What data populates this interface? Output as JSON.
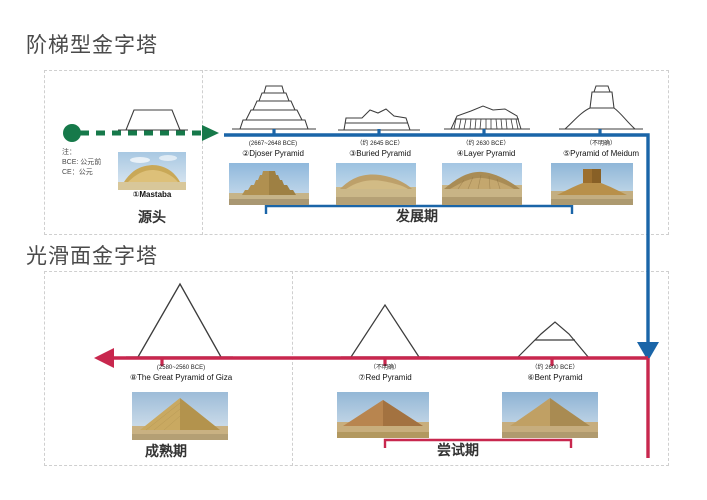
{
  "sections": {
    "step": {
      "title": "阶梯型金字塔"
    },
    "smooth": {
      "title": "光滑面金字塔"
    }
  },
  "note": {
    "line1": "注：",
    "line2": "BCE: 公元前",
    "line3": "CE：公元"
  },
  "phases": {
    "source": "源头",
    "development": "发展期",
    "mature": "成熟期",
    "trial": "尝试期"
  },
  "colors": {
    "green_flow": "#1b7a4a",
    "blue_flow": "#1a65a8",
    "crimson_flow": "#c8274e",
    "sketch_line": "#3c3c3c",
    "panel_dash": "#cfcfcf",
    "title_text": "#4a4a4a"
  },
  "monuments": [
    {
      "index": "①",
      "number": 1,
      "date": "",
      "name": "①Mastaba",
      "label_full": "①Mastaba",
      "row": "top",
      "shape": "mastaba",
      "has_photo": true
    },
    {
      "index": "②",
      "number": 2,
      "date": "(2667~2648 BCE)",
      "name": "②Djoser Pyramid",
      "label_full": "②Djoser Pyramid",
      "row": "top",
      "shape": "step-pyramid",
      "has_photo": true
    },
    {
      "index": "③",
      "number": 3,
      "date": "（约 2645 BCE）",
      "name": "③Buried Pyramid",
      "label_full": "③Buried Pyramid",
      "row": "top",
      "shape": "ruined-mound",
      "has_photo": true
    },
    {
      "index": "④",
      "number": 4,
      "date": "（约 2630 BCE）",
      "name": "④Layer Pyramid",
      "label_full": "④Layer Pyramid",
      "row": "top",
      "shape": "layered-mound",
      "has_photo": true
    },
    {
      "index": "⑤",
      "number": 5,
      "date": "（不明确）",
      "name": "⑤Pyramid of Meidum",
      "label_full": "⑤Pyramid of Meidum",
      "row": "top",
      "shape": "tower-on-mound",
      "has_photo": true
    },
    {
      "index": "⑥",
      "number": 6,
      "date": "（约 2600 BCE）",
      "name": "⑥Bent Pyramid",
      "label_full": "⑥Bent Pyramid",
      "row": "bottom",
      "shape": "bent-pyramid",
      "has_photo": true
    },
    {
      "index": "⑦",
      "number": 7,
      "date": "（不明确）",
      "name": "⑦Red Pyramid",
      "label_full": "⑦Red Pyramid",
      "row": "bottom",
      "shape": "triangle",
      "has_photo": true
    },
    {
      "index": "⑧",
      "number": 8,
      "date": "(2580~2560 BCE)",
      "name": "⑧The Great Pyramid of Giza",
      "label_full": "⑧The Great Pyramid of Giza",
      "row": "bottom",
      "shape": "large-triangle",
      "has_photo": true
    }
  ]
}
